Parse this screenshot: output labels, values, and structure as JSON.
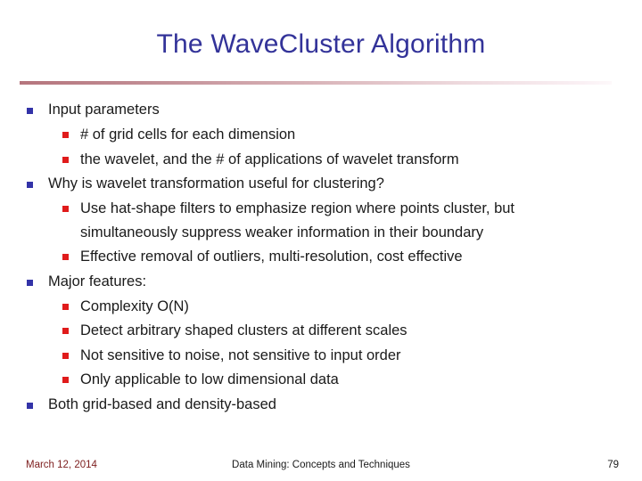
{
  "slide": {
    "title": "The WaveCluster Algorithm",
    "title_color": "#333399",
    "rule_color_start": "#b5757d",
    "rule_color_end": "#fdf8fa",
    "level1_bullet_color": "#3333a8",
    "level2_bullet_color": "#e01b1b",
    "bullets": [
      {
        "level": 1,
        "text": "Input parameters"
      },
      {
        "level": 2,
        "text": "# of grid cells for each dimension"
      },
      {
        "level": 2,
        "text": "the wavelet, and the # of applications of wavelet transform"
      },
      {
        "level": 1,
        "text": "Why is wavelet transformation useful for clustering?"
      },
      {
        "level": 2,
        "text": "Use hat-shape filters to emphasize region where points cluster, but simultaneously suppress weaker information in their boundary"
      },
      {
        "level": 2,
        "text": "Effective removal of outliers, multi-resolution, cost effective"
      },
      {
        "level": 1,
        "text": "Major features:"
      },
      {
        "level": 2,
        "text": "Complexity O(N)"
      },
      {
        "level": 2,
        "text": "Detect arbitrary shaped clusters at different scales"
      },
      {
        "level": 2,
        "text": "Not sensitive to noise, not sensitive to input order"
      },
      {
        "level": 2,
        "text": "Only applicable to low dimensional data"
      },
      {
        "level": 1,
        "text": "Both grid-based and density-based"
      }
    ]
  },
  "footer": {
    "date": "March 12, 2014",
    "center": "Data Mining: Concepts and Techniques",
    "page": "79"
  }
}
